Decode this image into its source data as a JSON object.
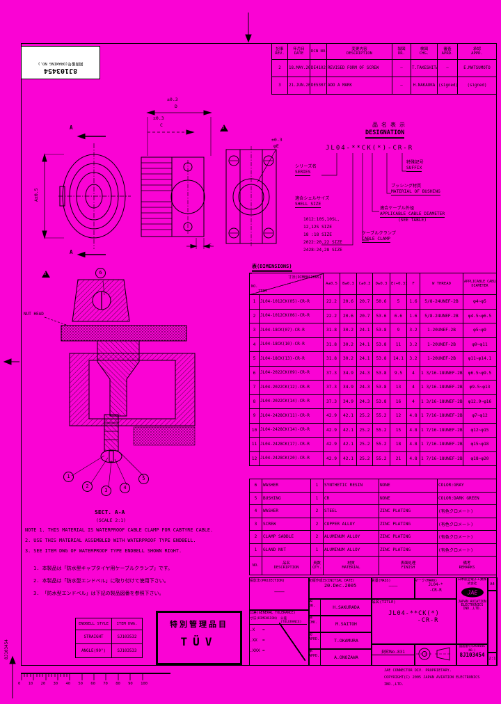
{
  "colors": {
    "bg": "#fa03d4",
    "ink": "#000000",
    "paper": "#ffffff"
  },
  "corner": {
    "dwg_no": "8J103454",
    "label": "図面番号(DRAWING NO.)"
  },
  "margin": {
    "vertical_text": "8J103454"
  },
  "revision": {
    "headers": [
      {
        "jp": "記事",
        "en": "REV."
      },
      {
        "jp": "年月日",
        "en": "DATE"
      },
      {
        "jp": "DCN NO.",
        "en": ""
      },
      {
        "jp": "変更内容",
        "en": "DESCRIPTION"
      },
      {
        "jp": "製図",
        "en": "DR."
      },
      {
        "jp": "検図",
        "en": "CHG."
      },
      {
        "jp": "審査",
        "en": "APRD."
      },
      {
        "jp": "承認",
        "en": "APPD."
      }
    ],
    "rows": [
      [
        "2",
        "18.MAY.2007",
        "DE4102",
        "REVISED FORM OF SCREW",
        "—",
        "T.TAKESHITA",
        "—",
        "E.MATSUMOTO"
      ],
      [
        "3",
        "21.JUN.2023",
        "DE5307",
        "ADD A MARK",
        "—",
        "H.NAKAOKA",
        "(signed)",
        "(signed)"
      ]
    ]
  },
  "designation": {
    "title_jp": "品名表示",
    "title_en": "DESIGNATION",
    "part_no": "JL04-**CK(*)-CR-R",
    "series_jp": "シリーズ名",
    "series_en": "SERIES",
    "shell_jp": "適合シェルサイズ",
    "shell_en": "SHELL SIZE",
    "shell_sizes": [
      "1012:10S,10SL,",
      "     12,12S SIZE",
      "18  :18 SIZE",
      "2022:20,22 SIZE",
      "2428:24,28 SIZE"
    ],
    "suffix_jp": "特殊記号",
    "suffix_en": "SUFFIX",
    "bushing_jp": "ブッシング材質",
    "bushing_en": "MATERIAL OF BUSHING",
    "cable_jp": "適合ケーブル外径",
    "cable_en": "APPLICABLE CABLE DIAMETER",
    "cable_note": "(SEE TABLE)",
    "clamp_jp": "ケーブルクランプ",
    "clamp_en": "CABLE CLAMP"
  },
  "dims": {
    "title": "表(DIMENSIONS)",
    "corner_dim": "寸法(DIMENSIONS)",
    "corner_no": "NO.",
    "corner_item": "ITEM",
    "cols": [
      "A±0.5",
      "B±0.3",
      "C±0.3",
      "D±0.3",
      "E(+0.3)",
      "F",
      "W THREAD"
    ],
    "cable_col": [
      "APPLICABLE CABLE",
      "DIAMETER"
    ],
    "rows": [
      [
        "1",
        "JL04-1012CK(05)-CR-R",
        "22.2",
        "20.6",
        "20.7",
        "50.6",
        "5",
        "1.6",
        "5/8-24UNEF-2B",
        "φ4~φ5"
      ],
      [
        "2",
        "JL04-1012CK(06)-CR-R",
        "22.2",
        "20.6",
        "20.7",
        "53.6",
        "6.6",
        "1.6",
        "5/8-24UNEF-2B",
        "φ4.5~φ6.5"
      ],
      [
        "3",
        "JL04-18CK(07)-CR-R",
        "31.8",
        "30.2",
        "24.1",
        "53.8",
        "9",
        "3.2",
        "1-20UNEF-2B",
        "φ5~φ9"
      ],
      [
        "4",
        "JL04-18CK(10)-CR-R",
        "31.8",
        "30.2",
        "24.1",
        "53.8",
        "11",
        "3.2",
        "1-20UNEF-2B",
        "φ9~φ11"
      ],
      [
        "5",
        "JL04-18CK(13)-CR-R",
        "31.8",
        "30.2",
        "24.1",
        "53.8",
        "14.1",
        "3.2",
        "1-20UNEF-2B",
        "φ11~φ14.1"
      ],
      [
        "6",
        "JL04-2022CK(09)-CR-R",
        "37.3",
        "34.9",
        "24.3",
        "53.8",
        "9.5",
        "4",
        "1 3/16-18UNEF-2B",
        "φ6.5~φ9.5"
      ],
      [
        "7",
        "JL04-2022CK(12)-CR-R",
        "37.3",
        "34.9",
        "24.3",
        "53.8",
        "13",
        "4",
        "1 3/16-18UNEF-2B",
        "φ9.5~φ13"
      ],
      [
        "8",
        "JL04-2022CK(14)-CR-R",
        "37.3",
        "34.9",
        "24.3",
        "53.8",
        "16",
        "4",
        "1 3/16-18UNEF-2B",
        "φ12.9~φ16"
      ],
      [
        "9",
        "JL04-2428CK(11)-CR-R",
        "42.9",
        "42.1",
        "25.2",
        "55.2",
        "12",
        "4.8",
        "1 7/16-18UNEF-2B",
        "φ7~φ12"
      ],
      [
        "10",
        "JL04-2428CK(14)-CR-R",
        "42.9",
        "42.1",
        "25.2",
        "55.2",
        "15",
        "4.8",
        "1 7/16-18UNEF-2B",
        "φ12~φ15"
      ],
      [
        "11",
        "JL04-2428CK(17)-CR-R",
        "42.9",
        "42.1",
        "25.2",
        "55.2",
        "18",
        "4.8",
        "1 7/16-18UNEF-2B",
        "φ15~φ18"
      ],
      [
        "12",
        "JL04-2428CK(20)-CR-R",
        "42.9",
        "42.1",
        "25.2",
        "55.2",
        "21",
        "4.8",
        "1 7/16-18UNEF-2B",
        "φ18~φ20"
      ]
    ]
  },
  "parts": {
    "header": {
      "no": "NO.",
      "desc_jp": "品名",
      "desc_en": "DESCRIPTION",
      "qty_jp": "員数",
      "qty_en": "QTY.",
      "mat_jp": "材質",
      "mat_en": "MATERIAL",
      "fin_jp": "表面処理",
      "fin_en": "FINISH",
      "rem_jp": "備考",
      "rem_en": "REMARKS"
    },
    "rows": [
      [
        "6",
        "WASHER",
        "1",
        "SYNTHETIC RESIN",
        "NONE",
        "COLOR:GRAY"
      ],
      [
        "5",
        "BUSHING",
        "1",
        "CR",
        "NONE",
        "COLOR:DARK GREEN"
      ],
      [
        "4",
        "WASHER",
        "2",
        "STEEL",
        "ZINC PLATING",
        "(有色クロメート)"
      ],
      [
        "3",
        "SCREW",
        "2",
        "COPPER ALLOY",
        "ZINC PLATING",
        "(有色クロメート)"
      ],
      [
        "2",
        "CLAMP SADDLE",
        "2",
        "ALUMINUM ALLOY",
        "ZINC PLATING",
        "(有色クロメート)"
      ],
      [
        "1",
        "GLAND NUT",
        "1",
        "ALUMINUM ALLOY",
        "ZINC PLATING",
        "(有色クロメート)"
      ]
    ]
  },
  "notes": {
    "en": [
      "NOTE 1. THIS MATERIAL IS WATERPROOF CABLE CLAMP FOR CABTYRE CABLE.",
      "     2. USE THIS MATERIAL ASSEMBLED WITH WATERPROOF TYPE ENDBELL.",
      "     3. SEE ITEM DWG OF WATERPROOF TYPE ENDBELL SHOWN RIGHT."
    ],
    "jp": [
      "1. 本製品は「防水型キャプタイヤ用ケーブルクランプ」です。",
      "2. 本製品は「防水型エンドベル」に取り付けて使用下さい。",
      "3. 「防水型エンドベル」は下記の製品図番を参照下さい。"
    ]
  },
  "endbell": {
    "h1": "ENDBELL STYLE",
    "h2": "ITEM DWG.",
    "rows": [
      [
        "STRAIGHT",
        "SJ103532"
      ],
      [
        "ANGLE(90°)",
        "SJ103533"
      ]
    ]
  },
  "stamp": {
    "line1": "特別管理品目",
    "line2": "TÜV"
  },
  "figure": {
    "sect": "SECT. A-A",
    "scale": "(SCALE 2:1)",
    "nut_head": "NUT HEAD",
    "dim_d": "D",
    "dim_d_tol": "±0.3",
    "dim_c": "C",
    "dim_c_tol": "±0.3",
    "dim_e": "φE",
    "dim_e_tol": "±0.3",
    "dim_f": "F",
    "dim_a_v": "A±0.5",
    "cut_a": "A",
    "tri": "3",
    "balloons": [
      "1",
      "2",
      "3",
      "4",
      "5",
      "6"
    ]
  },
  "titleblock": {
    "projection_label": "投影法(PROJECTION)",
    "projection_value": "———",
    "tol_label": "公差(GENERAL TOLERANCE)",
    "tol_dim": "寸法(DIMENSION)",
    "tol_tol": "公差(TOLERANCE)",
    "tol_rows": [
      ".X   =",
      ".XX  =",
      ".XXX ="
    ],
    "date_label": "初版作成日(INITIAL DATE)",
    "date_value": "20.Dec.2005",
    "staff": [
      {
        "jp": "図",
        "en": "DR.",
        "name": "H.SAKURADA"
      },
      {
        "jp": "検",
        "en": "CHK.",
        "name": "M.SAITOH"
      },
      {
        "jp": "認",
        "en": "APRD.",
        "name": "T.OKAMURA"
      },
      {
        "jp": "承",
        "en": "APPD.",
        "name": "A.ONOZAWA"
      }
    ],
    "mass_label": "質量(MASS)",
    "mass_value": "———",
    "mark_label": "マーク(MARK)",
    "mark_line1": "JL04-*",
    "mark_line2": "-CR-R",
    "title_label": "品名(TITLE)",
    "title_line1": "JL04-**CK(*)",
    "title_line2": "-CR-R",
    "stamp_no": "刻印No.831",
    "company_jp": "日本航空電子工業株式会社",
    "logo": "JAE",
    "company_en1": "JAPAN AVIATION",
    "company_en2": "ELECTRONICS",
    "company_en3": "IND.,LTD.",
    "dwg_label": "図面番号(DRAWING NO.)",
    "dwg_no": "8J103454",
    "size": "A4",
    "scale": "2:1"
  },
  "footer": {
    "line1": "JAE CONNECTOR DIV. PROPRIETARY.",
    "line2": "COPYRIGHT(C) 2005 JAPAN AVIATION ELECTRONICS IND.,LTD."
  },
  "ruler": {
    "labels": [
      "0",
      "10",
      "20",
      "30",
      "40",
      "50",
      "60",
      "70",
      "80",
      "90",
      "100"
    ]
  }
}
